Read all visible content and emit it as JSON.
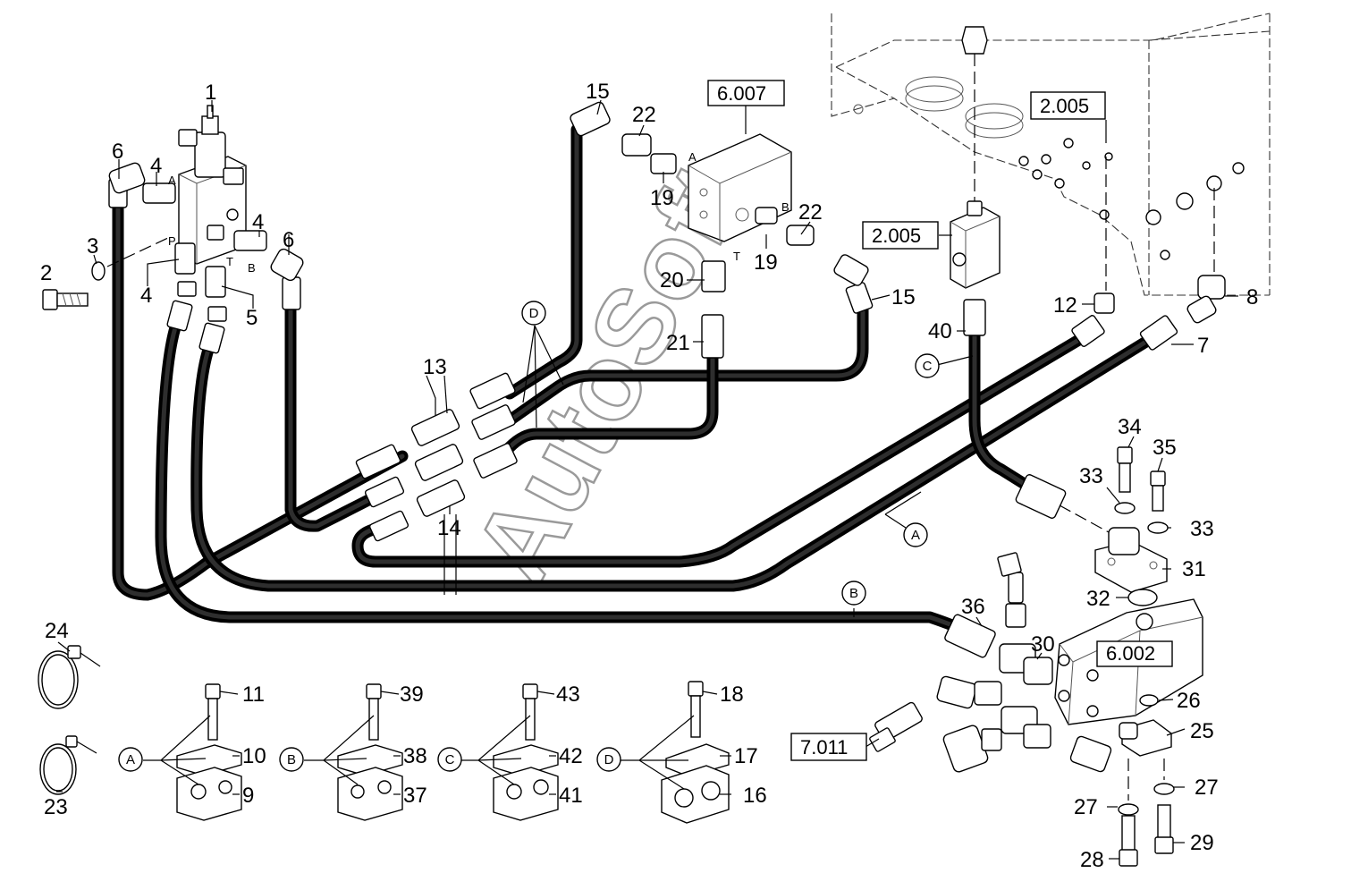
{
  "watermark": "AutoSoft",
  "reference_boxes": [
    "6.007",
    "2.005",
    "2.005",
    "6.002",
    "7.011"
  ],
  "callouts": [
    "1",
    "2",
    "3",
    "4",
    "4",
    "4",
    "5",
    "6",
    "6",
    "7",
    "8",
    "9",
    "10",
    "11",
    "12",
    "13",
    "14",
    "15",
    "15",
    "16",
    "17",
    "18",
    "19",
    "19",
    "20",
    "21",
    "22",
    "22",
    "23",
    "24",
    "25",
    "26",
    "27",
    "27",
    "28",
    "29",
    "30",
    "31",
    "32",
    "33",
    "33",
    "34",
    "35",
    "36",
    "37",
    "38",
    "39",
    "40",
    "41",
    "42",
    "43"
  ],
  "circle_letters": [
    "D",
    "C",
    "A",
    "B",
    "A",
    "B",
    "C",
    "D"
  ],
  "port_letters": [
    "A",
    "P",
    "T",
    "B",
    "A",
    "B",
    "T"
  ]
}
